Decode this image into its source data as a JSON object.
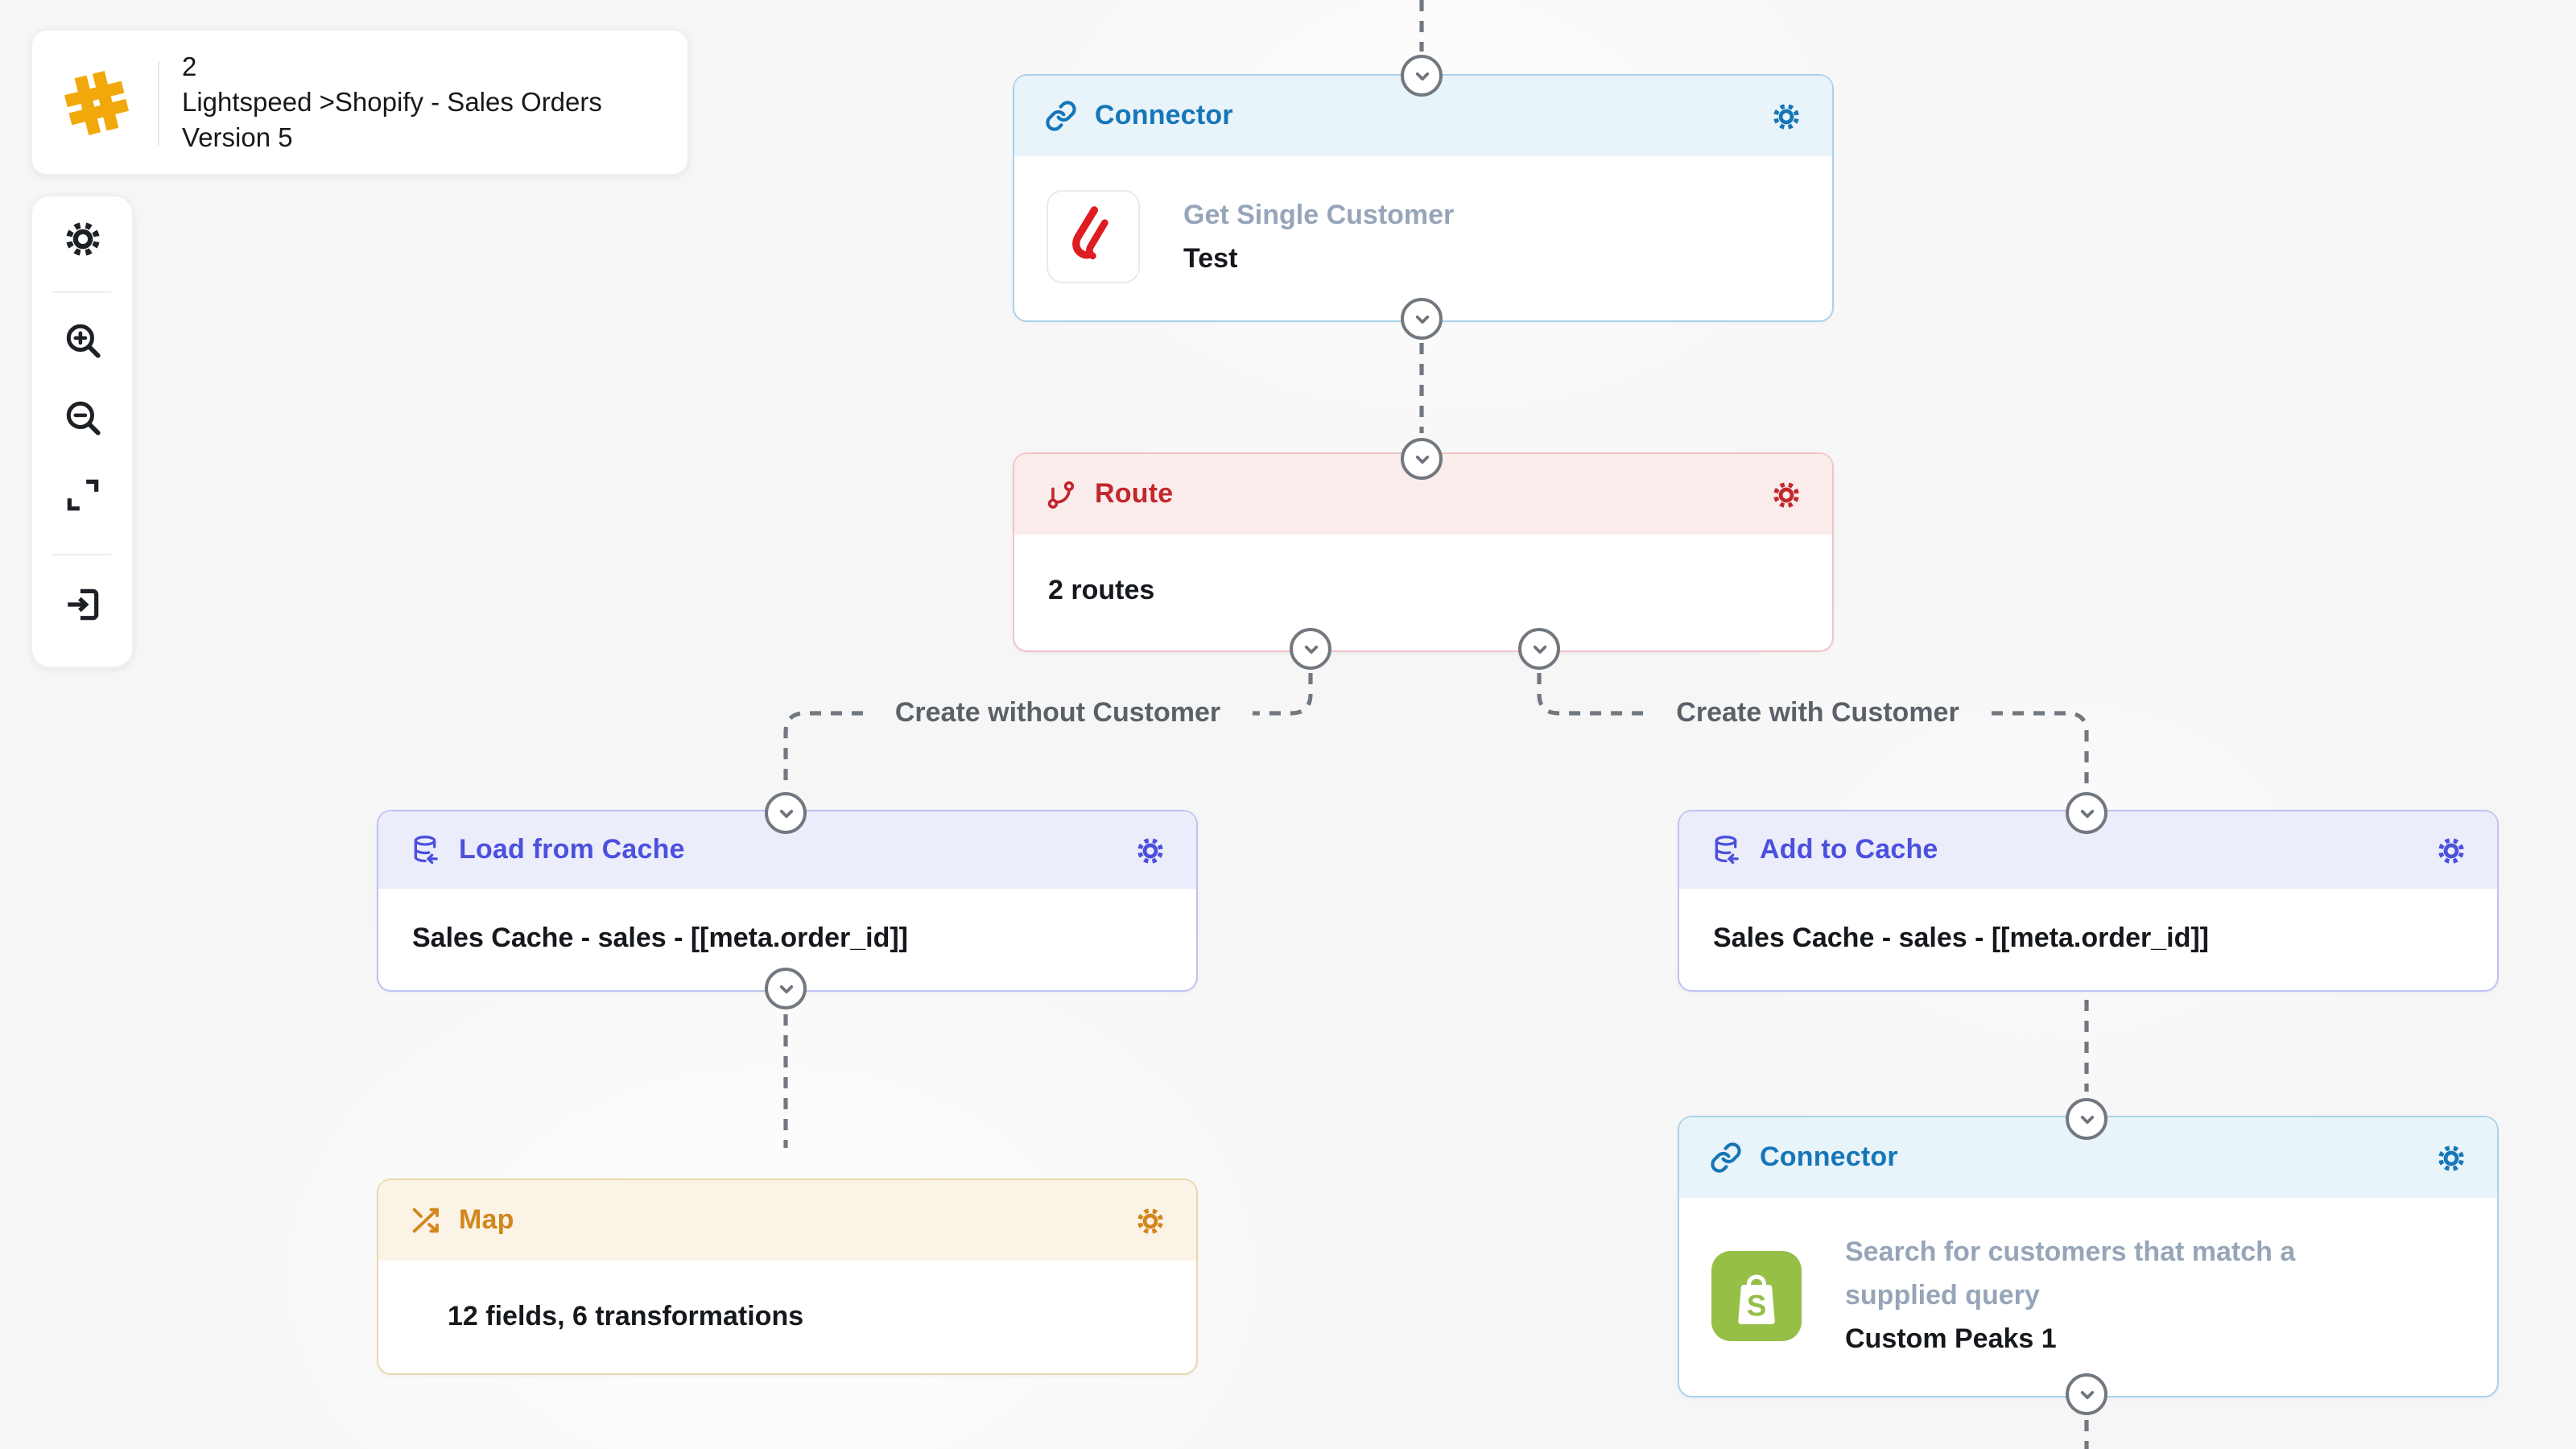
{
  "flow_card": {
    "id": "2",
    "name": "Lightspeed >Shopify - Sales Orders",
    "version": "Version 5",
    "logo_icon": "puzzle-hash-icon",
    "logo_color": "#F1A80A"
  },
  "toolbar": {
    "items": [
      {
        "name": "settings",
        "icon": "gear-icon"
      },
      {
        "name": "zoom-in",
        "icon": "zoom-in-icon"
      },
      {
        "name": "zoom-out",
        "icon": "zoom-out-icon"
      },
      {
        "name": "fit-to-screen",
        "icon": "expand-icon"
      },
      {
        "name": "exit",
        "icon": "exit-icon"
      }
    ]
  },
  "nodes": {
    "connector_top": {
      "type_label": "Connector",
      "icon": "link-icon",
      "app_icon": "lightspeed-logo",
      "action": "Get Single Customer",
      "instance": "Test",
      "accent": "#1576B7",
      "header_bg": "#E9F3FA",
      "border": "#A9D2EA"
    },
    "route": {
      "type_label": "Route",
      "icon": "route-branch-icon",
      "summary": "2 routes",
      "accent": "#C2272D",
      "header_bg": "#FBECEC",
      "border": "#F2C3C5"
    },
    "load_cache": {
      "type_label": "Load from Cache",
      "icon": "cache-load-icon",
      "summary": "Sales Cache - sales - [[meta.order_id]]",
      "accent": "#4B50DD",
      "header_bg": "#ECEDFB",
      "border": "#BFC2F2"
    },
    "map": {
      "type_label": "Map",
      "icon": "shuffle-icon",
      "summary": "12 fields, 6 transformations",
      "accent": "#D2861B",
      "header_bg": "#FBF3E6",
      "border": "#EDD6AE"
    },
    "add_cache": {
      "type_label": "Add to Cache",
      "icon": "cache-add-icon",
      "summary": "Sales Cache - sales - [[meta.order_id]]",
      "accent": "#4B50DD",
      "header_bg": "#ECEDFB",
      "border": "#BFC2F2"
    },
    "connector_shopify": {
      "type_label": "Connector",
      "icon": "link-icon",
      "app_icon": "shopify-logo",
      "action": "Search for customers that match a supplied query",
      "instance": "Custom Peaks 1",
      "accent": "#1576B7",
      "header_bg": "#E9F3FA",
      "border": "#A9D2EA"
    }
  },
  "branches": {
    "left_label": "Create without Customer",
    "right_label": "Create with Customer"
  },
  "connection": {
    "line_color": "#72787F",
    "chevron_icon": "chevron-down-icon"
  },
  "canvas": {
    "background": "#F6F6F7"
  }
}
